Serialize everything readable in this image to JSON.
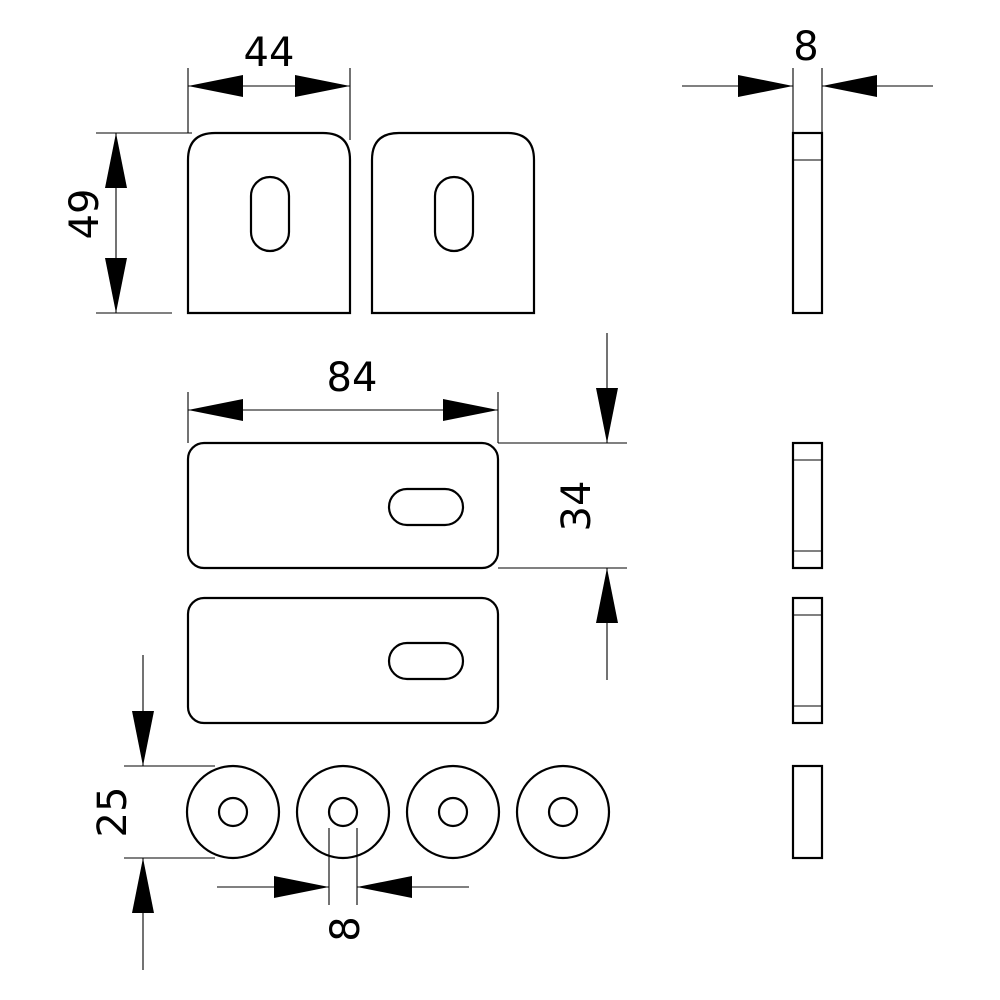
{
  "colors": {
    "line": "#000000",
    "background": "#ffffff"
  },
  "dimensions": {
    "plate_width": "44",
    "plate_height": "49",
    "thickness": "8",
    "bar_length": "84",
    "bar_height": "34",
    "washer_diameter": "25",
    "washer_hole": "8"
  }
}
